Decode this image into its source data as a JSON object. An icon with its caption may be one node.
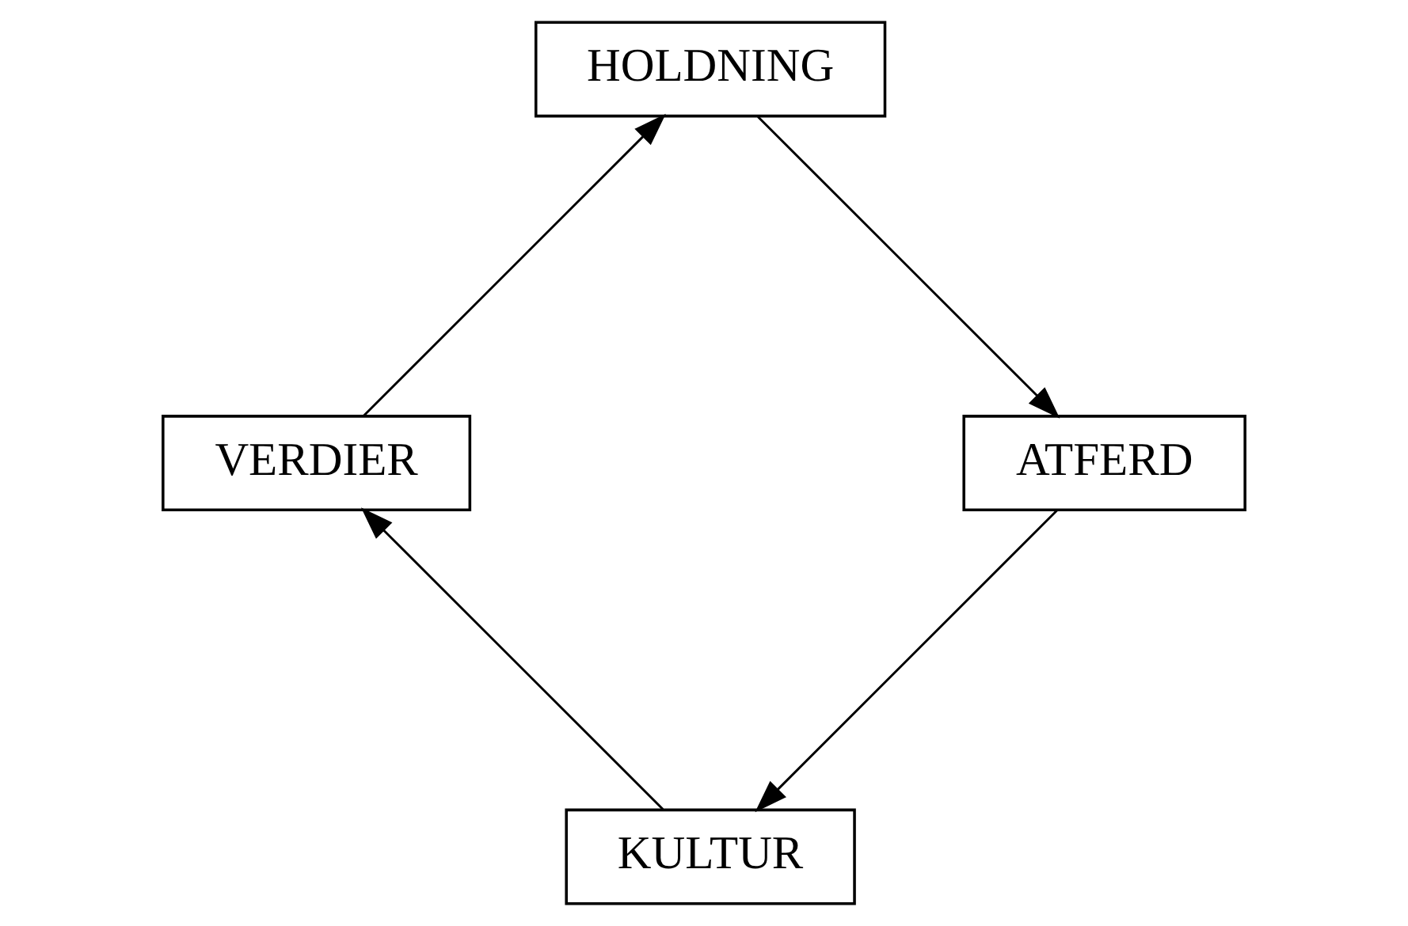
{
  "diagram": {
    "nodes": [
      {
        "text": [
          "KULTUR"
        ]
      },
      {
        "text": [
          "ATFERD"
        ]
      },
      {
        "text": [
          "VERDIER"
        ]
      },
      {
        "text": [
          "HOLDNING"
        ]
      }
    ],
    "edges": [
      {
        "from": 0,
        "to": 2,
        "arrow": "to"
      },
      {
        "from": 2,
        "to": 3,
        "arrow": "to"
      },
      {
        "from": 3,
        "to": 1,
        "arrow": "to"
      },
      {
        "from": 1,
        "to": 0,
        "arrow": "to"
      }
    ]
  }
}
